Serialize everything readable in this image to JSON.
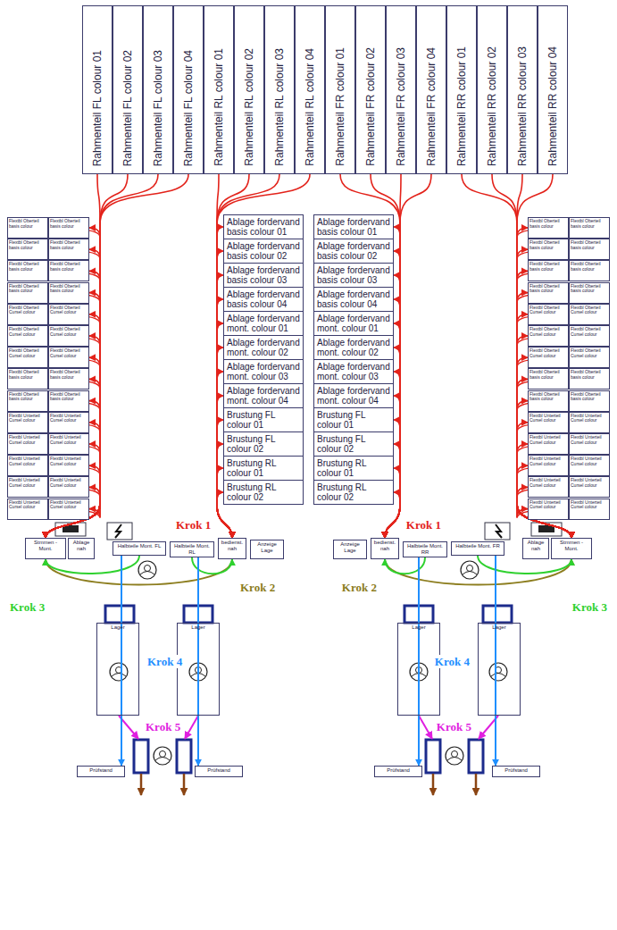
{
  "diagram": {
    "nodes": [
      {
        "text": [
          "Rahmenteil FL colour 01"
        ]
      },
      {
        "text": [
          "Rahmenteil FL colour 02"
        ]
      },
      {
        "text": [
          "Rahmenteil FL colour 03"
        ]
      },
      {
        "text": [
          "Rahmenteil FL colour 04"
        ]
      },
      {
        "text": [
          "Rahmenteil RL colour 01"
        ]
      },
      {
        "text": [
          "Rahmenteil RL colour 02"
        ]
      },
      {
        "text": [
          "Rahmenteil RL colour 03"
        ]
      },
      {
        "text": [
          "Rahmenteil RL colour 04"
        ]
      },
      {
        "text": [
          "Rahmenteil FR colour 01"
        ]
      },
      {
        "text": [
          "Rahmenteil FR colour 02"
        ]
      },
      {
        "text": [
          "Rahmenteil FR colour 03"
        ]
      },
      {
        "text": [
          "Rahmenteil FR colour 04"
        ]
      },
      {
        "text": [
          "Rahmenteil RR colour 01"
        ]
      },
      {
        "text": [
          "Rahmenteil RR colour 02"
        ]
      },
      {
        "text": [
          "Rahmenteil RR colour 03"
        ]
      },
      {
        "text": [
          "Rahmenteil RR colour 04"
        ]
      },
      {
        "text": [
          "Flextbl Oberteil basis colour"
        ]
      },
      {
        "text": [
          "Flextbl Oberteil basis colour"
        ]
      },
      {
        "text": [
          "Flextbl Oberteil basis colour"
        ]
      },
      {
        "text": [
          "Flextbl Oberteil basis colour"
        ]
      },
      {
        "text": [
          "Flextbl Oberteil basis colour"
        ]
      },
      {
        "text": [
          "Flextbl Oberteil basis colour"
        ]
      },
      {
        "text": [
          "Flextbl Oberteil basis colour"
        ]
      },
      {
        "text": [
          "Flextbl Oberteil basis colour"
        ]
      },
      {
        "text": [
          "Flextbl Oberteil Cursel colour"
        ]
      },
      {
        "text": [
          "Flextbl Oberteil Cursel colour"
        ]
      },
      {
        "text": [
          "Flextbl Oberteil Cursel colour"
        ]
      },
      {
        "text": [
          "Flextbl Oberteil Cursel colour"
        ]
      },
      {
        "text": [
          "Flextbl Oberteil Cursel colour"
        ]
      },
      {
        "text": [
          "Flextbl Oberteil Cursel colour"
        ]
      },
      {
        "text": [
          "Flextbl Oberteil basis colour"
        ]
      },
      {
        "text": [
          "Flextbl Oberteil basis colour"
        ]
      },
      {
        "text": [
          "Flextbl Oberteil basis colour"
        ]
      },
      {
        "text": [
          "Flextbl Oberteil basis colour"
        ]
      },
      {
        "text": [
          "Flextbl Unterteil Cursel colour"
        ]
      },
      {
        "text": [
          "Flextbl Unterteil Cursel colour"
        ]
      },
      {
        "text": [
          "Flextbl Unterteil Cursel colour"
        ]
      },
      {
        "text": [
          "Flextbl Unterteil Cursel colour"
        ]
      },
      {
        "text": [
          "Flextbl Unterteil Cursel colour"
        ]
      },
      {
        "text": [
          "Flextbl Unterteil Cursel colour"
        ]
      },
      {
        "text": [
          "Flextbl Unterteil Cursel colour"
        ]
      },
      {
        "text": [
          "Flextbl Unterteil Cursel colour"
        ]
      },
      {
        "text": [
          "Flextbl Unterteil Cursel colour"
        ]
      },
      {
        "text": [
          "Flextbl Unterteil Cursel colour"
        ]
      },
      {
        "text": [
          "Ablage fordervand basis colour 01"
        ]
      },
      {
        "text": [
          "Ablage fordervand basis colour 02"
        ]
      },
      {
        "text": [
          "Ablage fordervand basis colour 03"
        ]
      },
      {
        "text": [
          "Ablage fordervand basis colour 04"
        ]
      },
      {
        "text": [
          "Ablage fordervand mont. colour 01"
        ]
      },
      {
        "text": [
          "Ablage fordervand mont. colour 02"
        ]
      },
      {
        "text": [
          "Ablage fordervand mont. colour 03"
        ]
      },
      {
        "text": [
          "Ablage fordervand mont. colour 04"
        ]
      },
      {
        "text": [
          "Brustung FL colour 01"
        ]
      },
      {
        "text": [
          "Brustung FL colour 02"
        ]
      },
      {
        "text": [
          "Brustung RL colour 01"
        ]
      },
      {
        "text": [
          "Brustung RL colour 02"
        ]
      },
      {
        "text": [
          "Ablage fordervand basis colour 01"
        ]
      },
      {
        "text": [
          "Ablage fordervand basis colour 02"
        ]
      },
      {
        "text": [
          "Ablage fordervand basis colour 03"
        ]
      },
      {
        "text": [
          "Ablage fordervand basis colour 04"
        ]
      },
      {
        "text": [
          "Ablage fordervand mont. colour 01"
        ]
      },
      {
        "text": [
          "Ablage fordervand mont. colour 02"
        ]
      },
      {
        "text": [
          "Ablage fordervand mont. colour 03"
        ]
      },
      {
        "text": [
          "Ablage fordervand mont. colour 04"
        ]
      },
      {
        "text": [
          "Brustung FL colour 01"
        ]
      },
      {
        "text": [
          "Brustung FL colour 02"
        ]
      },
      {
        "text": [
          "Brustung RL colour 01"
        ]
      },
      {
        "text": [
          "Brustung RL colour 02"
        ]
      },
      {
        "text": [
          "Flextbl Oberteil basis colour"
        ]
      },
      {
        "text": [
          "Flextbl Oberteil basis colour"
        ]
      },
      {
        "text": [
          "Flextbl Oberteil basis colour"
        ]
      },
      {
        "text": [
          "Flextbl Oberteil basis colour"
        ]
      },
      {
        "text": [
          "Flextbl Oberteil basis colour"
        ]
      },
      {
        "text": [
          "Flextbl Oberteil basis colour"
        ]
      },
      {
        "text": [
          "Flextbl Oberteil basis colour"
        ]
      },
      {
        "text": [
          "Flextbl Oberteil basis colour"
        ]
      },
      {
        "text": [
          "Flextbl Oberteil Cursel colour"
        ]
      },
      {
        "text": [
          "Flextbl Oberteil Cursel colour"
        ]
      },
      {
        "text": [
          "Flextbl Oberteil Cursel colour"
        ]
      },
      {
        "text": [
          "Flextbl Oberteil Cursel colour"
        ]
      },
      {
        "text": [
          "Flextbl Oberteil Cursel colour"
        ]
      },
      {
        "text": [
          "Flextbl Oberteil Cursel colour"
        ]
      },
      {
        "text": [
          "Flextbl Oberteil basis colour"
        ]
      },
      {
        "text": [
          "Flextbl Oberteil basis colour"
        ]
      },
      {
        "text": [
          "Flextbl Oberteil basis colour"
        ]
      },
      {
        "text": [
          "Flextbl Oberteil basis colour"
        ]
      },
      {
        "text": [
          "Flextbl Unterteil Cursel colour"
        ]
      },
      {
        "text": [
          "Flextbl Unterteil Cursel colour"
        ]
      },
      {
        "text": [
          "Flextbl Unterteil Cursel colour"
        ]
      },
      {
        "text": [
          "Flextbl Unterteil Cursel colour"
        ]
      },
      {
        "text": [
          "Flextbl Unterteil Cursel colour"
        ]
      },
      {
        "text": [
          "Flextbl Unterteil Cursel colour"
        ]
      },
      {
        "text": [
          "Flextbl Unterteil Cursel colour"
        ]
      },
      {
        "text": [
          "Flextbl Unterteil Cursel colour"
        ]
      },
      {
        "text": [
          "Flextbl Unterteil Cursel colour"
        ]
      },
      {
        "text": [
          "Flextbl Unterteil Cursel colour"
        ]
      },
      {
        "text": [
          "Stmmen - Mont."
        ]
      },
      {
        "text": [
          "Ablage nah"
        ]
      },
      {
        "text": [
          "Halbteile Mont. FL"
        ]
      },
      {
        "text": [
          "Halbteile Mont. RL"
        ]
      },
      {
        "text": [
          "bedienst. nah"
        ]
      },
      {
        "text": [
          "Anzeige Lage"
        ]
      },
      {
        "text": [
          "Lager"
        ]
      },
      {
        "text": [
          "Lager"
        ]
      },
      {
        "text": [
          "Prüfstand"
        ]
      },
      {
        "text": [
          "Prüfstand"
        ]
      },
      {
        "text": [
          "Stmmen - Mont."
        ]
      },
      {
        "text": [
          "Ablage nah"
        ]
      },
      {
        "text": [
          "Halbteile Mont. FR"
        ]
      },
      {
        "text": [
          "Halbteile Mont. RR"
        ]
      },
      {
        "text": [
          "bedienst. nah"
        ]
      },
      {
        "text": [
          "Anzeige Lage"
        ]
      },
      {
        "text": [
          "Lager"
        ]
      },
      {
        "text": [
          "Lager"
        ]
      },
      {
        "text": [
          "Prüfstand"
        ]
      },
      {
        "text": [
          "Prüfstand"
        ]
      }
    ],
    "edges": [
      {
        "from": 0,
        "to": 96,
        "arrow": "to"
      },
      {
        "from": 1,
        "to": 96,
        "arrow": "to"
      },
      {
        "from": 2,
        "to": 96,
        "arrow": "to"
      },
      {
        "from": 3,
        "to": 96,
        "arrow": "to"
      },
      {
        "from": 4,
        "to": 100,
        "arrow": "to"
      },
      {
        "from": 5,
        "to": 100,
        "arrow": "to"
      },
      {
        "from": 6,
        "to": 100,
        "arrow": "to"
      },
      {
        "from": 7,
        "to": 100,
        "arrow": "to"
      },
      {
        "from": 16,
        "to": 96,
        "arrow": "both"
      },
      {
        "from": 17,
        "to": 96,
        "arrow": "both"
      },
      {
        "from": 18,
        "to": 96,
        "arrow": "both"
      },
      {
        "from": 19,
        "to": 96,
        "arrow": "both"
      },
      {
        "from": 20,
        "to": 96,
        "arrow": "both"
      },
      {
        "from": 21,
        "to": 96,
        "arrow": "both"
      },
      {
        "from": 22,
        "to": 96,
        "arrow": "both"
      },
      {
        "from": 23,
        "to": 96,
        "arrow": "both"
      },
      {
        "from": 24,
        "to": 96,
        "arrow": "both"
      },
      {
        "from": 25,
        "to": 96,
        "arrow": "both"
      },
      {
        "from": 26,
        "to": 96,
        "arrow": "both"
      },
      {
        "from": 27,
        "to": 96,
        "arrow": "both"
      },
      {
        "from": 28,
        "to": 96,
        "arrow": "both"
      },
      {
        "from": 29,
        "to": 96,
        "arrow": "both"
      },
      {
        "from": 30,
        "to": 96,
        "arrow": "both"
      },
      {
        "from": 31,
        "to": 96,
        "arrow": "both"
      },
      {
        "from": 32,
        "to": 96,
        "arrow": "both"
      },
      {
        "from": 33,
        "to": 96,
        "arrow": "both"
      },
      {
        "from": 34,
        "to": 96,
        "arrow": "both"
      },
      {
        "from": 35,
        "to": 96,
        "arrow": "both"
      },
      {
        "from": 36,
        "to": 96,
        "arrow": "both"
      },
      {
        "from": 37,
        "to": 96,
        "arrow": "both"
      },
      {
        "from": 38,
        "to": 96,
        "arrow": "both"
      },
      {
        "from": 39,
        "to": 96,
        "arrow": "both"
      },
      {
        "from": 40,
        "to": 96,
        "arrow": "both"
      },
      {
        "from": 41,
        "to": 96,
        "arrow": "both"
      },
      {
        "from": 42,
        "to": 96,
        "arrow": "both"
      },
      {
        "from": 43,
        "to": 96,
        "arrow": "both"
      },
      {
        "from": 44,
        "to": 100,
        "arrow": "both"
      },
      {
        "from": 45,
        "to": 100,
        "arrow": "both"
      },
      {
        "from": 46,
        "to": 100,
        "arrow": "both"
      },
      {
        "from": 47,
        "to": 100,
        "arrow": "both"
      },
      {
        "from": 48,
        "to": 100,
        "arrow": "both"
      },
      {
        "from": 49,
        "to": 100,
        "arrow": "both"
      },
      {
        "from": 50,
        "to": 100,
        "arrow": "both"
      },
      {
        "from": 51,
        "to": 100,
        "arrow": "both"
      },
      {
        "from": 52,
        "to": 100,
        "arrow": "both"
      },
      {
        "from": 53,
        "to": 100,
        "arrow": "both"
      },
      {
        "from": 54,
        "to": 100,
        "arrow": "both"
      },
      {
        "from": 55,
        "to": 100,
        "arrow": "both",
        "label": "Krok 1"
      },
      {
        "from": 100,
        "to": 96,
        "arrow": "to",
        "label": "Krok 2"
      },
      {
        "from": 98,
        "to": 96,
        "arrow": "to",
        "label": "Krok 3"
      },
      {
        "from": 99,
        "to": 100,
        "arrow": "to"
      },
      {
        "from": 98,
        "to": 104,
        "arrow": "to",
        "label": "Krok 4"
      },
      {
        "from": 99,
        "to": 105,
        "arrow": "to"
      },
      {
        "from": 8,
        "to": 110,
        "arrow": "to"
      },
      {
        "from": 9,
        "to": 110,
        "arrow": "to"
      },
      {
        "from": 10,
        "to": 110,
        "arrow": "to"
      },
      {
        "from": 11,
        "to": 110,
        "arrow": "to"
      },
      {
        "from": 12,
        "to": 106,
        "arrow": "to"
      },
      {
        "from": 13,
        "to": 106,
        "arrow": "to"
      },
      {
        "from": 14,
        "to": 106,
        "arrow": "to"
      },
      {
        "from": 15,
        "to": 106,
        "arrow": "to"
      },
      {
        "from": 56,
        "to": 110,
        "arrow": "both"
      },
      {
        "from": 57,
        "to": 110,
        "arrow": "both"
      },
      {
        "from": 58,
        "to": 110,
        "arrow": "both"
      },
      {
        "from": 59,
        "to": 110,
        "arrow": "both"
      },
      {
        "from": 60,
        "to": 110,
        "arrow": "both"
      },
      {
        "from": 61,
        "to": 110,
        "arrow": "both"
      },
      {
        "from": 62,
        "to": 110,
        "arrow": "both"
      },
      {
        "from": 63,
        "to": 110,
        "arrow": "both"
      },
      {
        "from": 64,
        "to": 110,
        "arrow": "both"
      },
      {
        "from": 65,
        "to": 110,
        "arrow": "both"
      },
      {
        "from": 66,
        "to": 110,
        "arrow": "both"
      },
      {
        "from": 67,
        "to": 110,
        "arrow": "both",
        "label": "Krok 1"
      },
      {
        "from": 68,
        "to": 106,
        "arrow": "both"
      },
      {
        "from": 69,
        "to": 106,
        "arrow": "both"
      },
      {
        "from": 70,
        "to": 106,
        "arrow": "both"
      },
      {
        "from": 71,
        "to": 106,
        "arrow": "both"
      },
      {
        "from": 72,
        "to": 106,
        "arrow": "both"
      },
      {
        "from": 73,
        "to": 106,
        "arrow": "both"
      },
      {
        "from": 74,
        "to": 106,
        "arrow": "both"
      },
      {
        "from": 75,
        "to": 106,
        "arrow": "both"
      },
      {
        "from": 76,
        "to": 106,
        "arrow": "both"
      },
      {
        "from": 77,
        "to": 106,
        "arrow": "both"
      },
      {
        "from": 78,
        "to": 106,
        "arrow": "both"
      },
      {
        "from": 79,
        "to": 106,
        "arrow": "both"
      },
      {
        "from": 80,
        "to": 106,
        "arrow": "both"
      },
      {
        "from": 81,
        "to": 106,
        "arrow": "both"
      },
      {
        "from": 82,
        "to": 106,
        "arrow": "both"
      },
      {
        "from": 83,
        "to": 106,
        "arrow": "both"
      },
      {
        "from": 84,
        "to": 106,
        "arrow": "both"
      },
      {
        "from": 85,
        "to": 106,
        "arrow": "both"
      },
      {
        "from": 86,
        "to": 106,
        "arrow": "both"
      },
      {
        "from": 87,
        "to": 106,
        "arrow": "both"
      },
      {
        "from": 88,
        "to": 106,
        "arrow": "both"
      },
      {
        "from": 89,
        "to": 106,
        "arrow": "both"
      },
      {
        "from": 90,
        "to": 106,
        "arrow": "both"
      },
      {
        "from": 91,
        "to": 106,
        "arrow": "both"
      },
      {
        "from": 92,
        "to": 106,
        "arrow": "both"
      },
      {
        "from": 93,
        "to": 106,
        "arrow": "both"
      },
      {
        "from": 94,
        "to": 106,
        "arrow": "both"
      },
      {
        "from": 95,
        "to": 106,
        "arrow": "both"
      },
      {
        "from": 110,
        "to": 106,
        "arrow": "to",
        "label": "Krok 2"
      },
      {
        "from": 108,
        "to": 106,
        "arrow": "to",
        "label": "Krok 3"
      },
      {
        "from": 109,
        "to": 110,
        "arrow": "to"
      },
      {
        "from": 108,
        "to": 114,
        "arrow": "to",
        "label": "Krok 4"
      },
      {
        "from": 109,
        "to": 115,
        "arrow": "to"
      }
    ],
    "labels": [
      "Krok 5",
      "Krok 5"
    ]
  }
}
